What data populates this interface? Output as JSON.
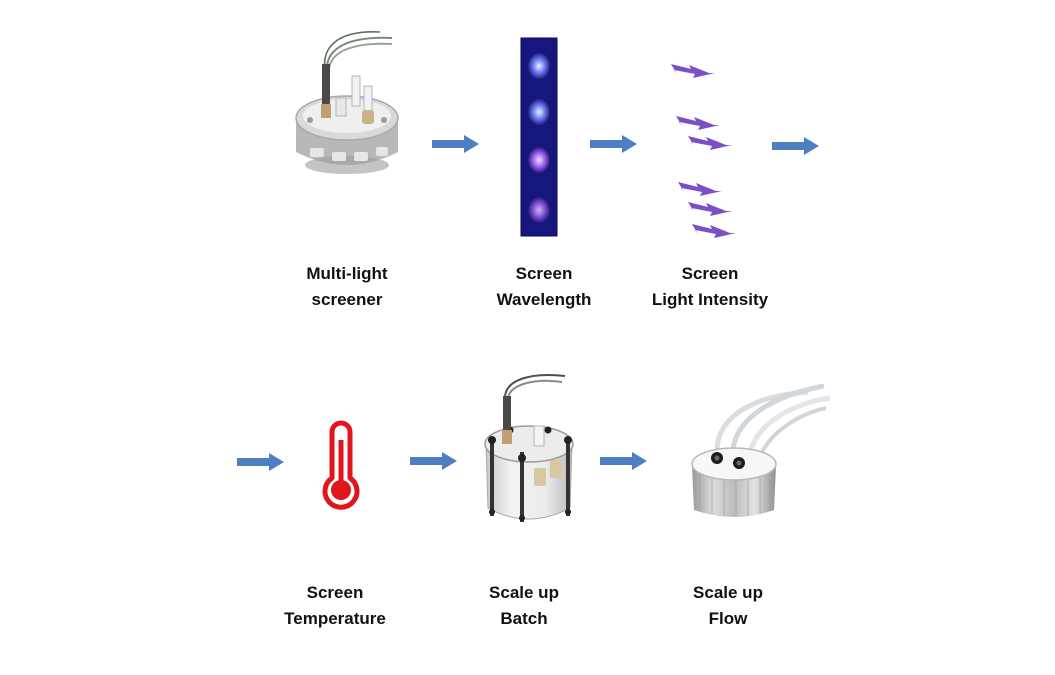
{
  "colors": {
    "arrow": "#4F7FC3",
    "bolt": "#7D4FC7",
    "thermometer": "#E0161C",
    "led_strip": "#15157A",
    "text": "#111111"
  },
  "steps": [
    {
      "id": "multi-light",
      "line1": "Multi-light",
      "line2": "screener",
      "icon": "multi-light-screener-icon"
    },
    {
      "id": "wavelength",
      "line1": "Screen",
      "line2": "Wavelength",
      "icon": "led-strip-icon"
    },
    {
      "id": "intensity",
      "line1": "Screen",
      "line2": "Light Intensity",
      "icon": "lightning-bolts-icon"
    },
    {
      "id": "temperature",
      "line1": "Screen",
      "line2": "Temperature",
      "icon": "thermometer-icon"
    },
    {
      "id": "batch",
      "line1": "Scale up",
      "line2": "Batch",
      "icon": "batch-reactor-icon"
    },
    {
      "id": "flow",
      "line1": "Scale up",
      "line2": "Flow",
      "icon": "flow-reactor-icon"
    }
  ]
}
